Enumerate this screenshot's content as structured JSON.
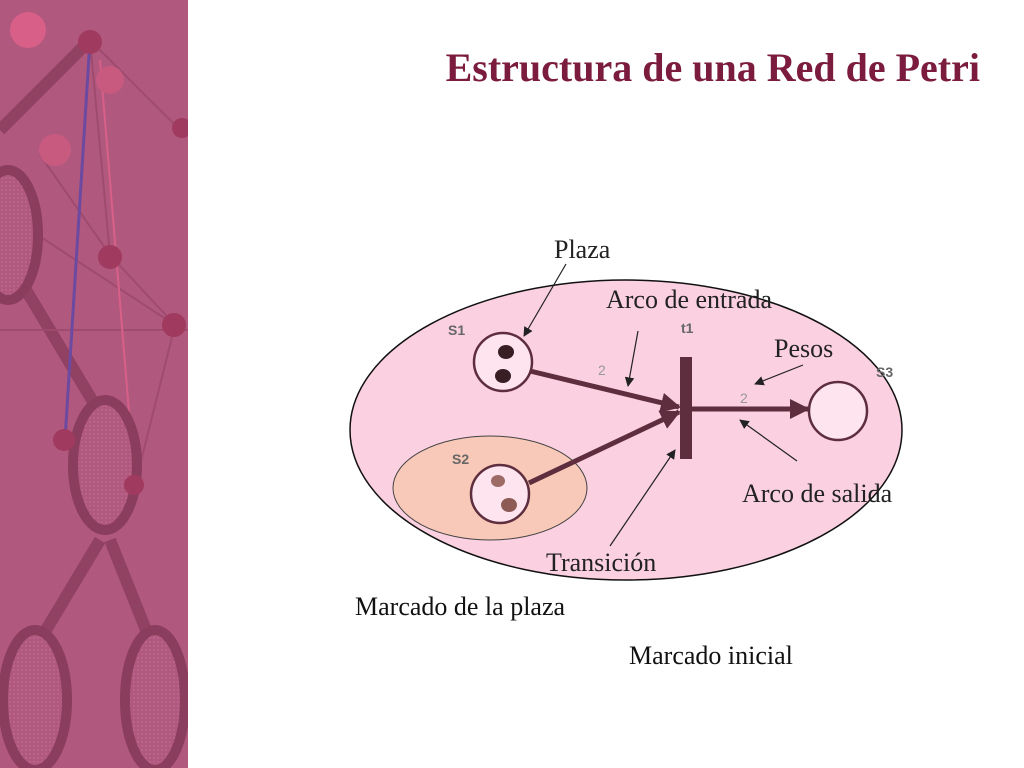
{
  "slide": {
    "title": "Estructura de una Red de Petri",
    "colors": {
      "title": "#7b1b3e",
      "sidebar": "#b0587d",
      "net_region": "#fbd0e0",
      "marking_region": "#f8c8b8",
      "arc": "#5e2e3e"
    }
  },
  "diagram": {
    "places": [
      {
        "id": "S1",
        "label": "S1",
        "tokens": 2
      },
      {
        "id": "S2",
        "label": "S2",
        "tokens": 2
      },
      {
        "id": "S3",
        "label": "S3",
        "tokens": 0
      }
    ],
    "transition": {
      "id": "t1",
      "label": "t1"
    },
    "arcs": [
      {
        "from": "S1",
        "to": "t1",
        "weight": "2"
      },
      {
        "from": "S2",
        "to": "t1",
        "weight": ""
      },
      {
        "from": "t1",
        "to": "S3",
        "weight": "2"
      }
    ],
    "annotations": {
      "plaza": "Plaza",
      "arco_entrada": "Arco de entrada",
      "pesos": "Pesos",
      "arco_salida": "Arco de salida",
      "transicion": "Transición",
      "marcado_plaza": "Marcado de la plaza",
      "marcado_inicial": "Marcado inicial"
    }
  }
}
